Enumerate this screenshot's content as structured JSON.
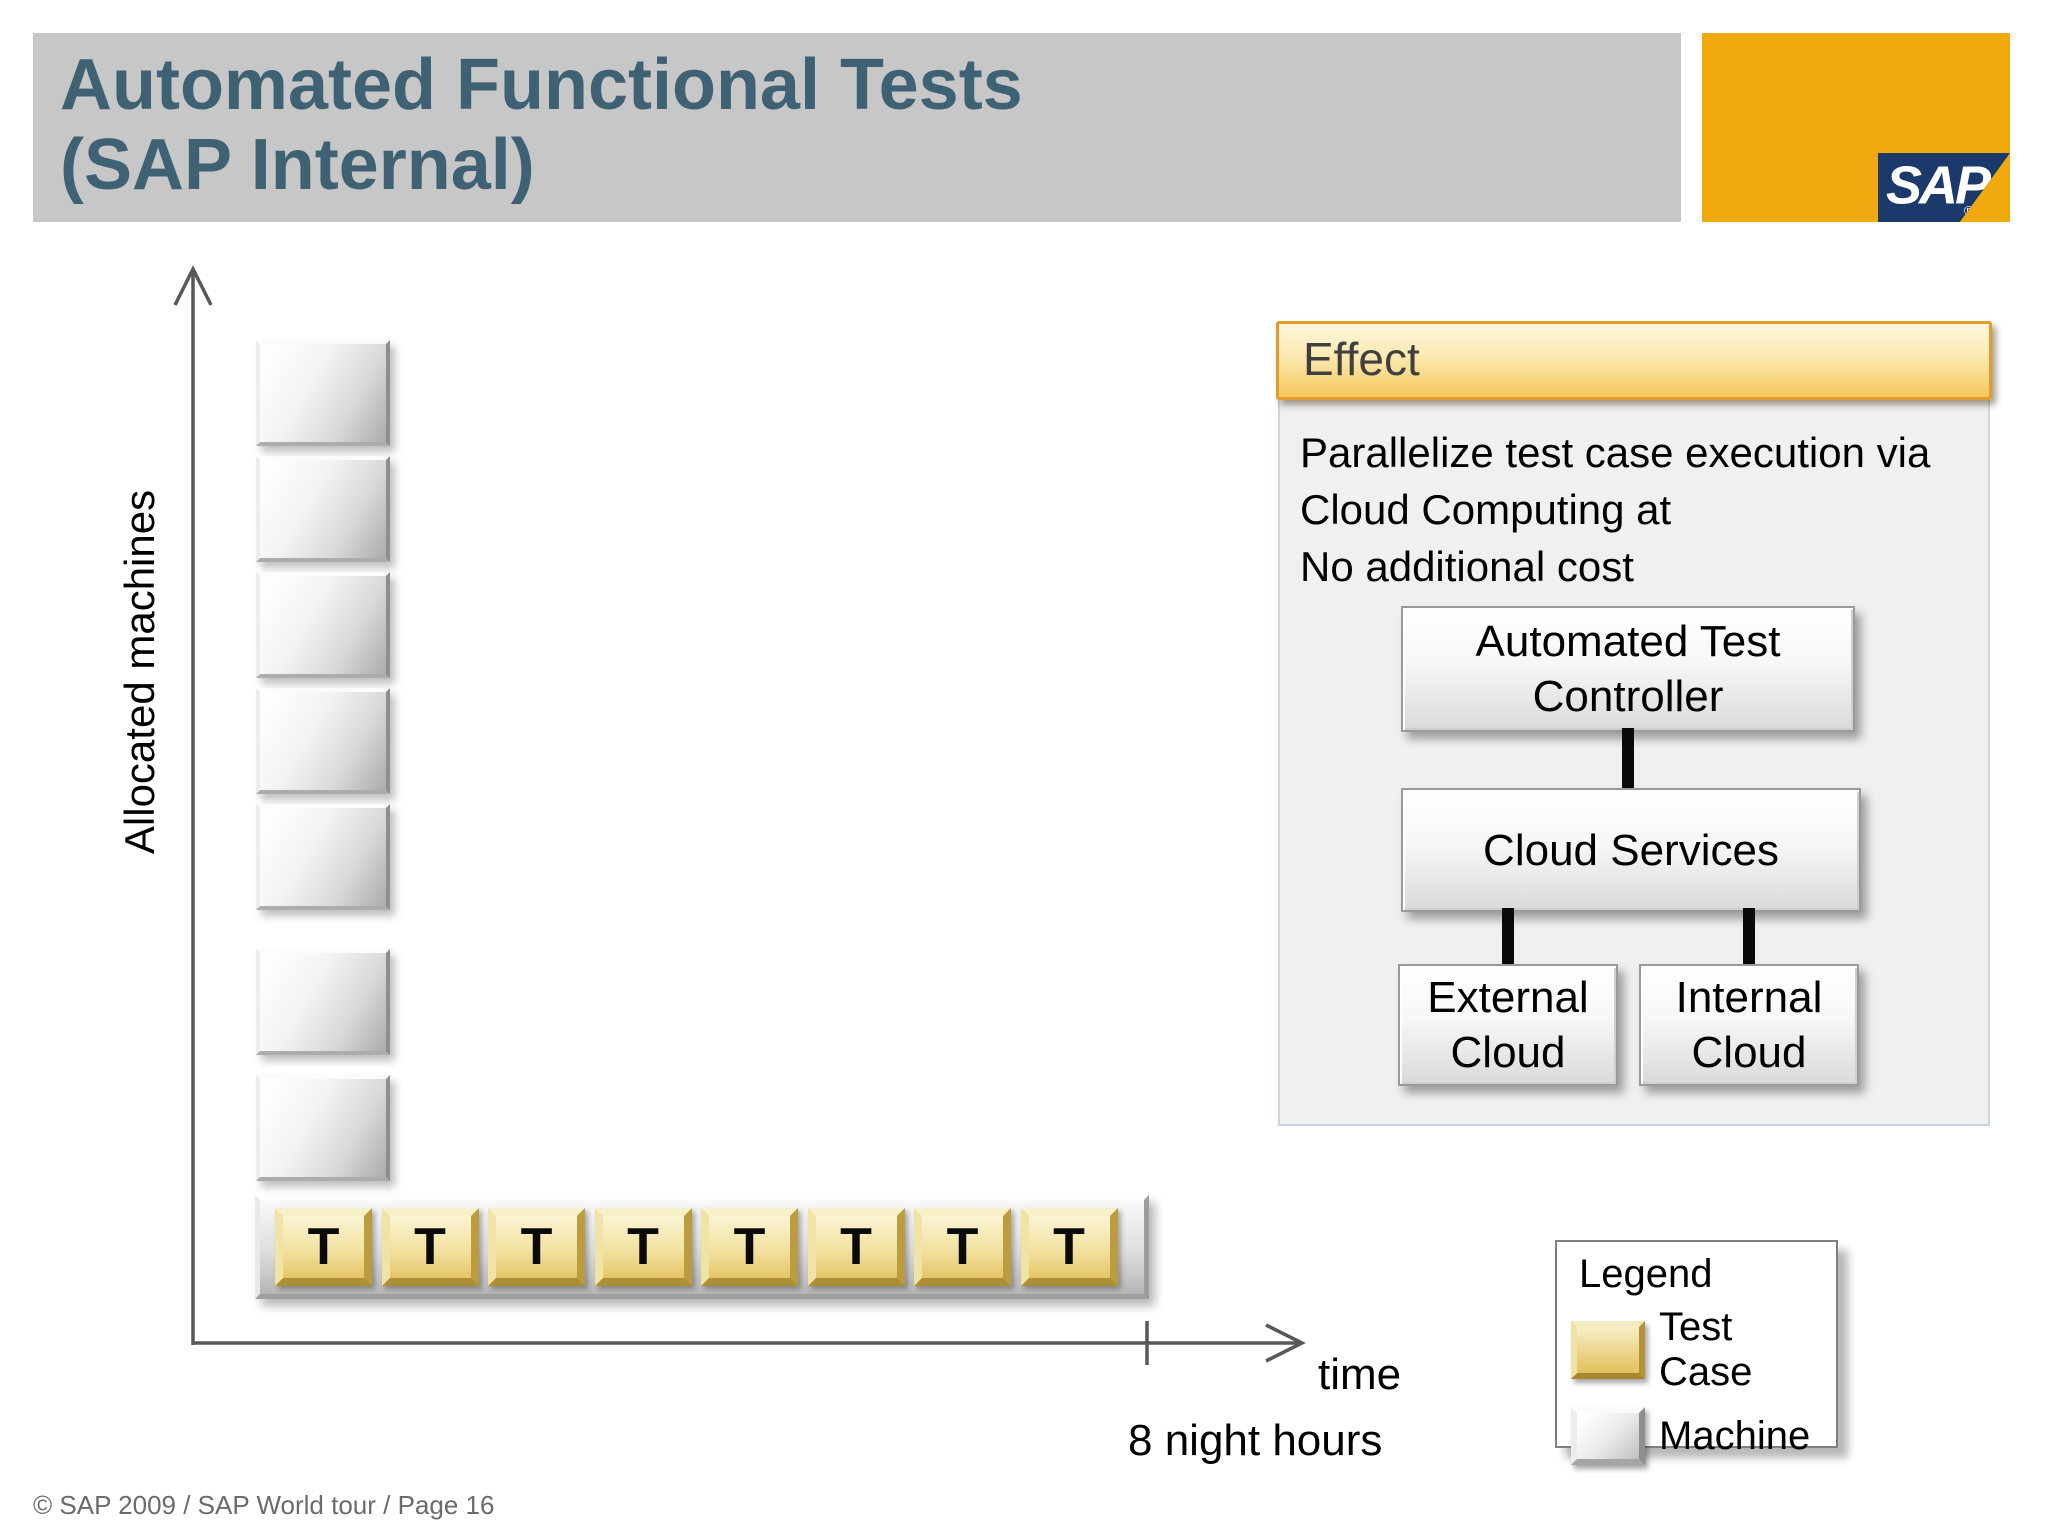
{
  "slide": {
    "title_line1": "Automated Functional Tests",
    "title_line2": "(SAP Internal)",
    "footer": "© SAP 2009 / SAP World tour /  Page 16"
  },
  "logo": {
    "text": "SAP",
    "registered_mark": "®"
  },
  "chart": {
    "type": "conceptual-allocation-diagram",
    "y_axis_label": "Allocated machines",
    "x_axis_label": "time",
    "x_axis_annotation": "8 night hours",
    "machines_count": 7,
    "test_cases_count": 8,
    "test_case_letter": "T"
  },
  "effect_panel": {
    "header": "Effect",
    "description_lines": [
      "Parallelize test case execution via",
      "Cloud Computing at",
      "No additional cost"
    ],
    "diagram": {
      "nodes": {
        "atc": {
          "line1": "Automated Test",
          "line2": "Controller"
        },
        "cloud_services": {
          "line1": "Cloud Services"
        },
        "external_cloud": {
          "line1": "External",
          "line2": "Cloud"
        },
        "internal_cloud": {
          "line1": "Internal",
          "line2": "Cloud"
        }
      }
    }
  },
  "legend": {
    "title": "Legend",
    "items": [
      {
        "swatch": "test-case",
        "label": "Test Case"
      },
      {
        "swatch": "machine",
        "label": "Machine"
      }
    ]
  },
  "colors": {
    "title_bar_bg": "#c7c7c8",
    "title_text": "#3e6273",
    "logo_orange": "#f0a90e",
    "logo_navy": "#1b3a6b",
    "effect_header_border": "#e09d2b",
    "effect_header_gradient_top": "#fef7df",
    "effect_header_gradient_bottom": "#f6c75c",
    "effect_body_bg": "#f0f0ef",
    "axis": "#58585a",
    "test_case_gold": "#e5c468",
    "machine_silver": "#d9d9d9"
  }
}
